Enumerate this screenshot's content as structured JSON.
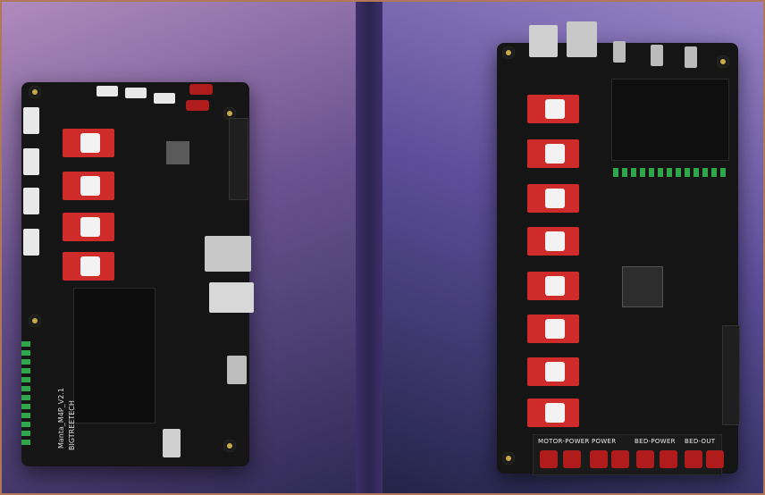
{
  "left_board": {
    "silkscreen_name": "Manta_M4P_V2.1",
    "silkscreen_brand": "BIGTREETECH"
  },
  "right_board": {
    "power_labels": [
      "MOTOR-POWER",
      "POWER",
      "BED-POWER",
      "BED-OUT"
    ]
  }
}
